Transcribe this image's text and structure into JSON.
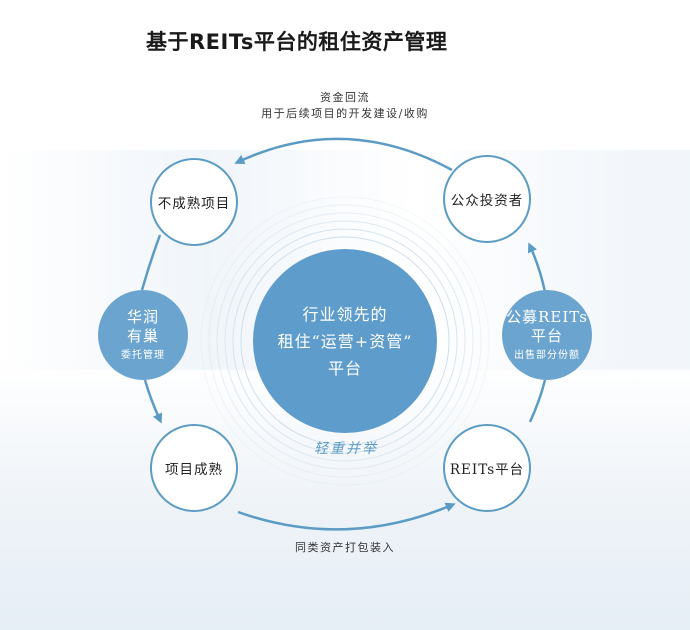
{
  "title": "基于REITs平台的租住资产管理",
  "top_note": {
    "line1": "资金回流",
    "line2": "用于后续项目的开发建设/收购"
  },
  "bottom_note": "同类资产打包装入",
  "nodes": {
    "immature_project": "不成熟项目",
    "public_investors": "公众投资者",
    "mature_project": "项目成熟",
    "reits_platform": "REITs平台"
  },
  "left_side": {
    "line1": "华润",
    "line2": "有巢",
    "sub": "委托管理"
  },
  "right_side": {
    "line1": "公募REITs",
    "line2": "平台",
    "sub": "出售部分份额"
  },
  "center": {
    "line1": "行业领先的",
    "line2": "租住“运营+资管”",
    "line3": "平台"
  },
  "slogan": "轻重并举",
  "colors": {
    "accent": "#5b9bc4",
    "center_fill": "#5e9ccb",
    "side_fill": "#6ba5cf"
  }
}
